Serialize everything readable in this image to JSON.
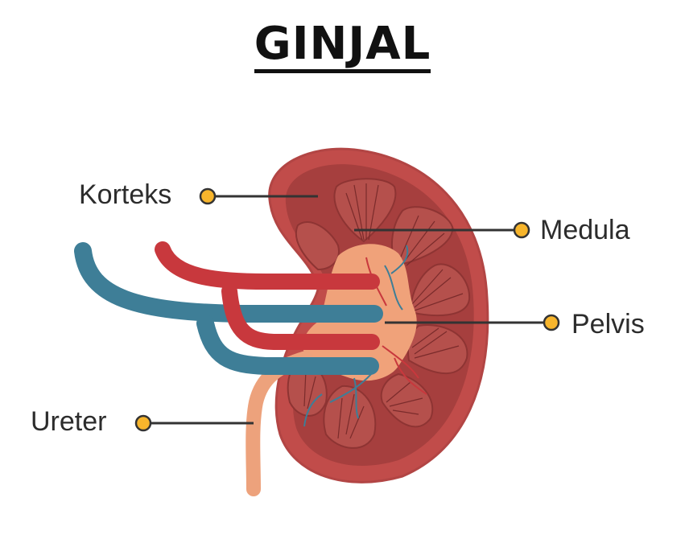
{
  "title": "GINJAL",
  "labels": {
    "korteks": "Korteks",
    "medula": "Medula",
    "pelvis": "Pelvis",
    "ureter": "Ureter"
  },
  "colors": {
    "cortex_outer": "#c14c4a",
    "cortex_inner": "#a43e3d",
    "pyramid": "#b5504c",
    "pyramid_edge": "#8e3433",
    "pelvis": "#f0a27a",
    "artery": "#c8383d",
    "vein": "#3e7e97",
    "ureter": "#eda27c",
    "marker": "#f7b52c",
    "leader_line": "#333333"
  }
}
